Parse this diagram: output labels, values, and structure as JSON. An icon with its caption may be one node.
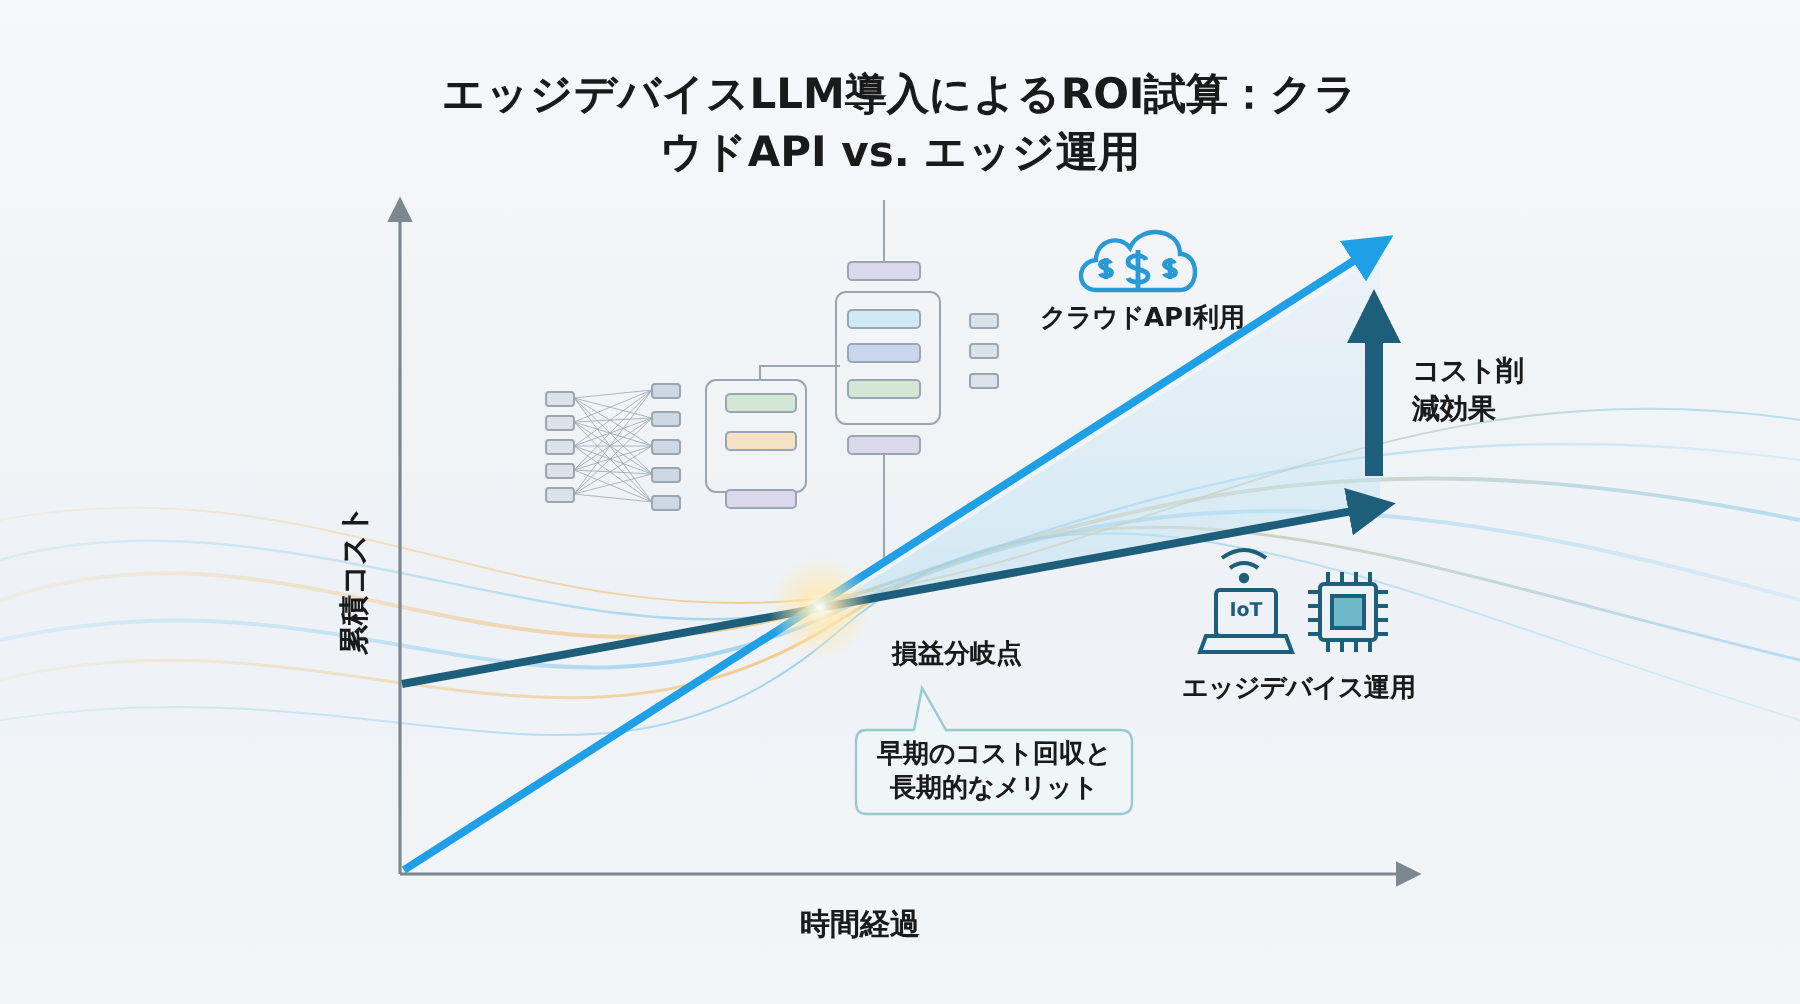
{
  "diagram": {
    "title": "エッジデバイスLLM導入によるROI試算：クラウドAPI vs. エッジ運用",
    "nodes": [
      {
        "text": [
          "早期のコスト回収と長期的なメリット"
        ]
      }
    ],
    "labels": [
      "クラウドAPI利用",
      "コスト削減効果",
      "累積コスト",
      "損益分岐点",
      "IoT",
      "エッジデバイス運用",
      "時間経過"
    ]
  }
}
